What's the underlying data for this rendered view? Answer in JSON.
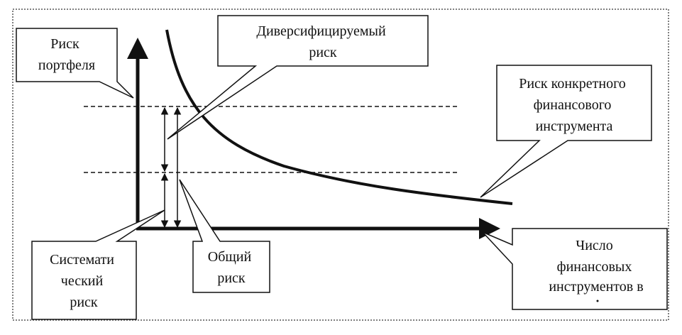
{
  "labels": {
    "portfolio_risk": [
      "Риск",
      "портфеля"
    ],
    "diversifiable_risk": [
      "Диверсифицируемый",
      "риск"
    ],
    "instrument_risk": [
      "Риск конкретного",
      "финансового",
      "инструмента"
    ],
    "systematic_risk": [
      "Системати",
      "ческий",
      "риск"
    ],
    "total_risk": [
      "Общий",
      "риск"
    ],
    "instrument_count": [
      "Число",
      "финансовых",
      "инструментов в"
    ]
  },
  "colors": {
    "ink": "#111111",
    "frame": "#555555",
    "background": "#ffffff"
  }
}
